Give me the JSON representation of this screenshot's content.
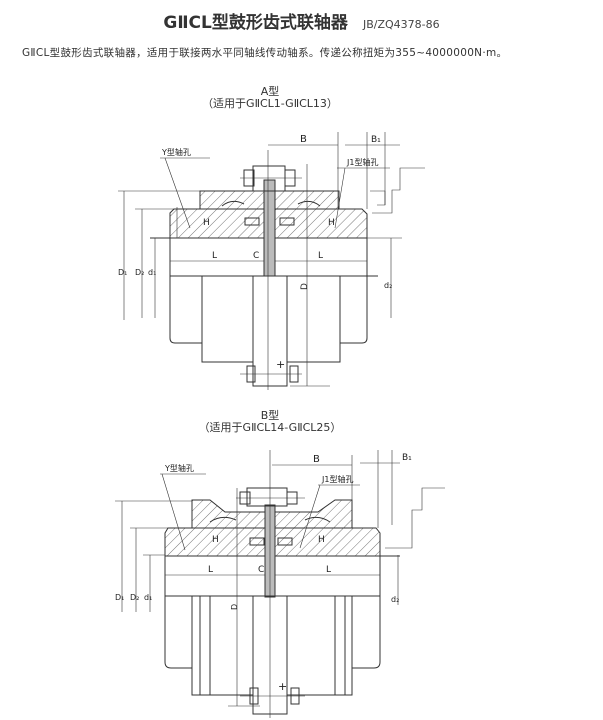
{
  "header": {
    "title": "GⅡCL型鼓形齿式联轴器",
    "standard": "JB/ZQ4378-86"
  },
  "description": "GⅡCL型鼓形齿式联轴器，适用于联接两水平同轴线传动轴系。传递公称扭矩为355~4000000N·m。",
  "figures": [
    {
      "type_label": "A型",
      "range_label": "（适用于GⅡCL1-GⅡCL13）"
    },
    {
      "type_label": "B型",
      "range_label": "（适用于GⅡCL14-GⅡCL25）"
    }
  ],
  "labels": {
    "B": "B",
    "B1": "B₁",
    "Y_bore": "Y型轴孔",
    "J1_bore": "J1型轴孔",
    "H": "H",
    "L": "L",
    "C": "C",
    "D": "D",
    "D1": "D₁",
    "D2": "D₂",
    "d1": "d₁",
    "d2": "d₂"
  }
}
